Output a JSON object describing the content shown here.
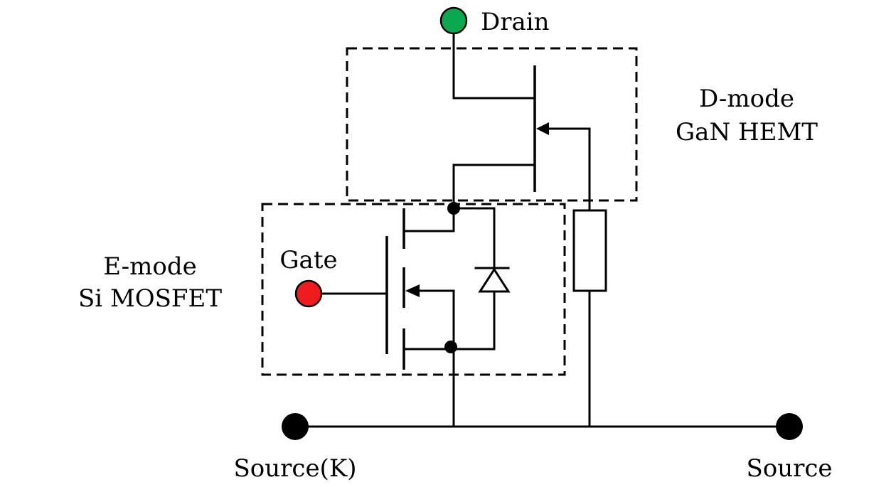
{
  "terminals": {
    "drain": {
      "label": "Drain",
      "color": "#0aa84f"
    },
    "gate": {
      "label": "Gate",
      "color": "#ee1c1c"
    },
    "source_kelvin": {
      "label": "Source(K)",
      "color": "#000000"
    },
    "source": {
      "label": "Source",
      "color": "#000000"
    }
  },
  "blocks": {
    "dmode": {
      "line1": "D-mode",
      "line2": "GaN HEMT"
    },
    "emode": {
      "line1": "E-mode",
      "line2": "Si MOSFET"
    }
  }
}
